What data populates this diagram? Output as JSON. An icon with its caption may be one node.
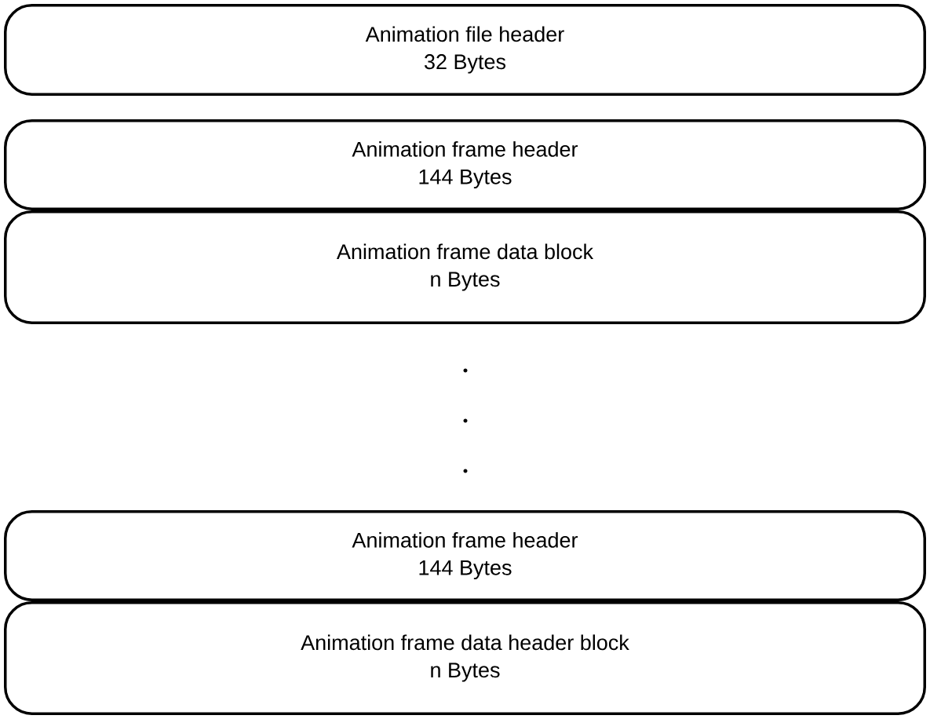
{
  "diagram": {
    "nodes": [
      {
        "text": [
          "Animation file header",
          "32 Bytes"
        ]
      },
      {
        "text": [
          "Animation frame header",
          "144 Bytes"
        ]
      },
      {
        "text": [
          "Animation frame data block",
          "n Bytes"
        ]
      },
      {
        "text": [
          "Animation frame header",
          "144 Bytes"
        ]
      },
      {
        "text": [
          "Animation frame data header block",
          "n Bytes"
        ]
      }
    ]
  }
}
